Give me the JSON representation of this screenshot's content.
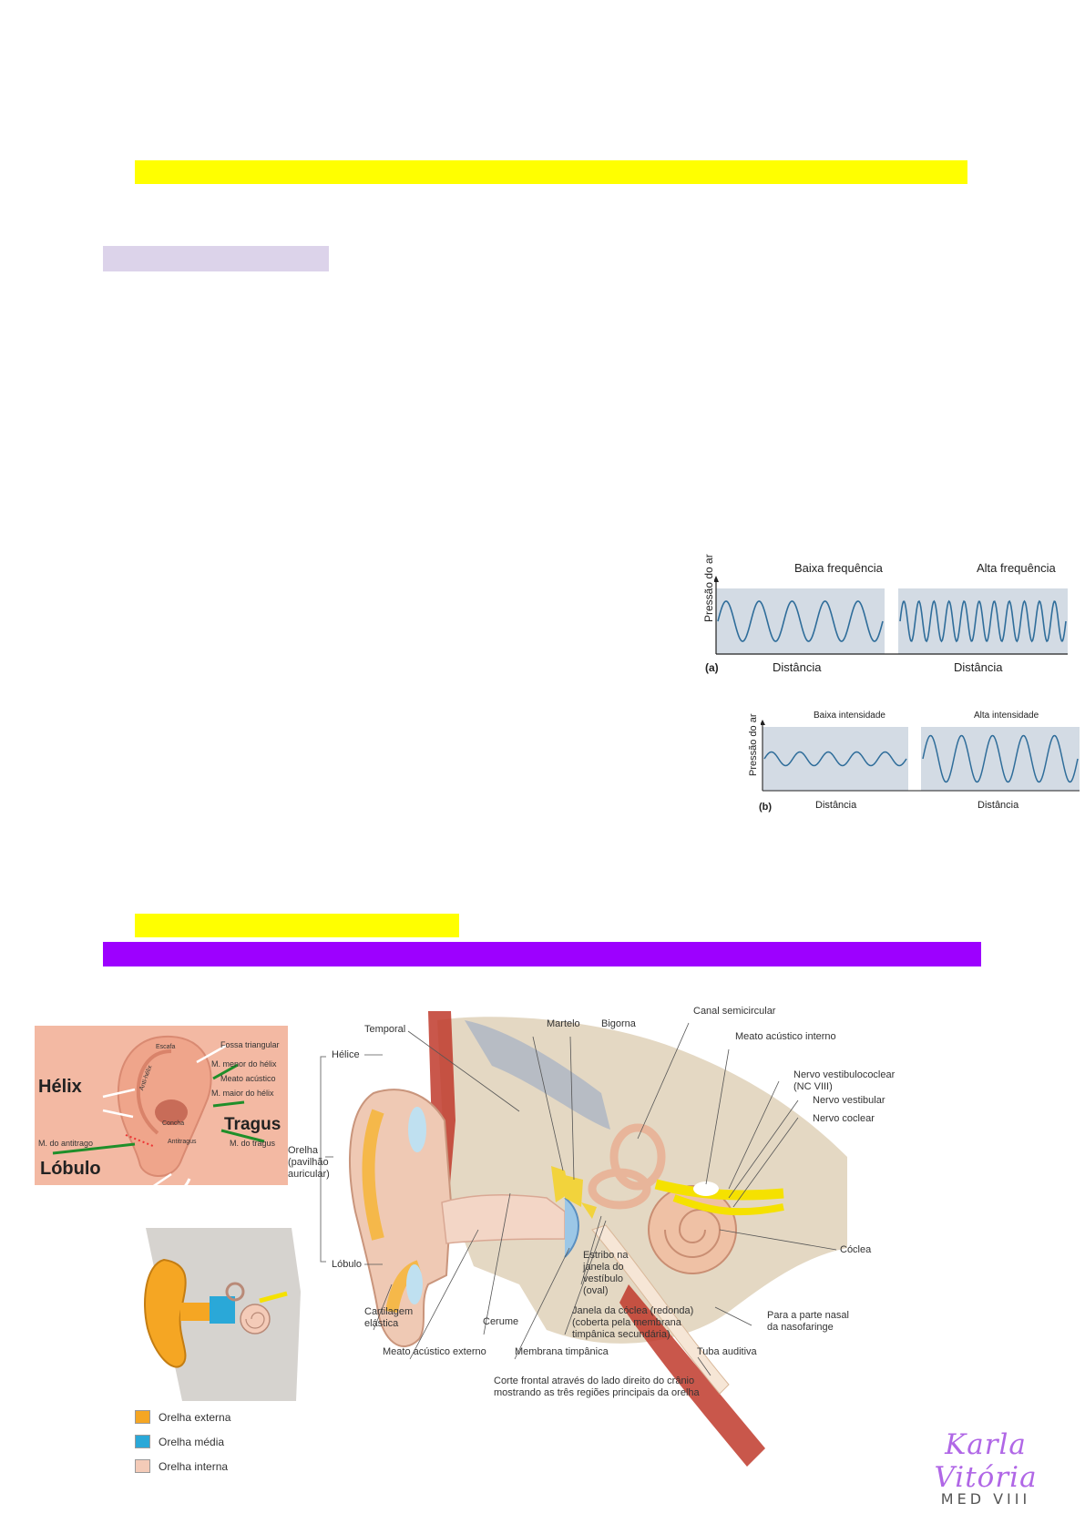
{
  "highlights": {
    "bar1": "",
    "bar2": "",
    "bar3": "",
    "bar4": ""
  },
  "wave_figure_a": {
    "ylabel": "Pressão do ar",
    "panel_left_title": "Baixa frequência",
    "panel_right_title": "Alta frequência",
    "xlabel_left": "Distância",
    "xlabel_right": "Distância",
    "tag": "(a)",
    "low_cycles": 5,
    "high_cycles": 11
  },
  "wave_figure_b": {
    "ylabel": "Pressão do ar",
    "panel_left_title": "Baixa intensidade",
    "panel_right_title": "Alta intensidade",
    "xlabel_left": "Distância",
    "xlabel_right": "Distância",
    "tag": "(b)",
    "low_amplitude": 0.25,
    "high_amplitude": 0.85
  },
  "ear_photo": {
    "helix": "Hélix",
    "tragus": "Tragus",
    "lobulo": "Lóbulo",
    "fossa": "Fossa triangular",
    "menor": "M. menor do hélix",
    "meato": "Meato acústico",
    "maior": "M. maior do hélix",
    "antitrago": "M. do antitrago",
    "m_tragus": "M. do tragus",
    "antihelix": "Anti-hélix",
    "concha": "Concha",
    "antitragus": "Antitragus",
    "escafa": "Escafa"
  },
  "diagram": {
    "temporal": "Temporal",
    "martelo": "Martelo",
    "bigorna": "Bigorna",
    "canal": "Canal semicircular",
    "meato_interno": "Meato acústico interno",
    "nervo_vc": "Nervo vestibulococlear",
    "nc": "(NC VIII)",
    "nervo_vest": "Nervo vestibular",
    "nervo_coc": "Nervo coclear",
    "helice": "Hélice",
    "orelha1": "Orelha",
    "orelha2": "(pavilhão",
    "orelha3": "auricular)",
    "lobulo": "Lóbulo",
    "coclea": "Cóclea",
    "estribo1": "Estribo na",
    "estribo2": "janela do",
    "estribo3": "vestíbulo",
    "estribo4": "(oval)",
    "janela1": "Janela da cóclea (redonda)",
    "janela2": "(coberta pela membrana",
    "janela3": "timpânica secundária)",
    "cart1": "Cartilagem",
    "cart2": "elástica",
    "cerume": "Cerume",
    "meato_ext": "Meato acústico externo",
    "membrana": "Membrana timpânica",
    "tuba": "Tuba auditiva",
    "nasal1": "Para a parte nasal",
    "nasal2": "da nasofaringe",
    "caption1": "Corte frontal através do lado direito do crânio",
    "caption2": "mostrando as três regiões principais da orelha"
  },
  "legend": {
    "items": [
      {
        "label": "Orelha externa",
        "color": "#f5a623"
      },
      {
        "label": "Orelha média",
        "color": "#2aa8d8"
      },
      {
        "label": "Orelha interna",
        "color": "#f4cbb8"
      }
    ]
  },
  "signature": {
    "name": "Karla Vitória",
    "sub": "MED VIII"
  }
}
